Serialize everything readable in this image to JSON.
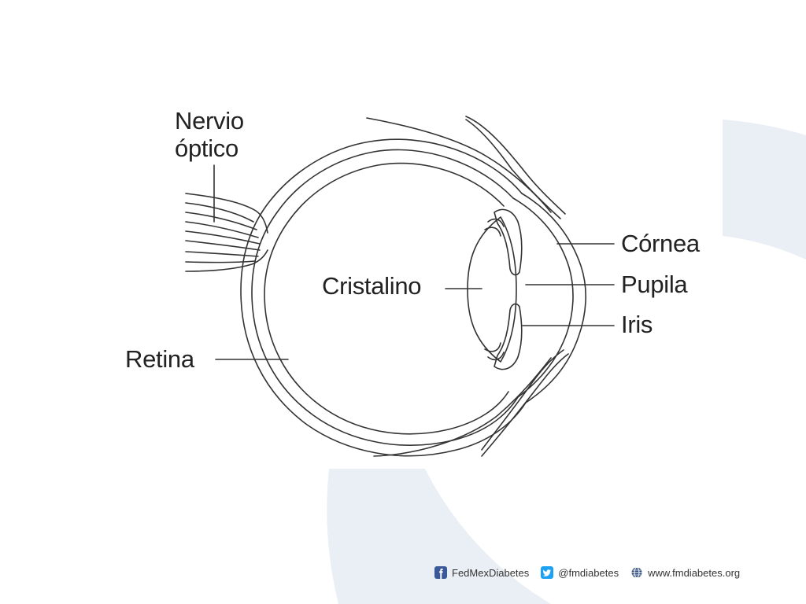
{
  "labels": {
    "nervio_line1": "Nervio",
    "nervio_line2": "óptico",
    "cristalino": "Cristalino",
    "retina": "Retina",
    "cornea": "Córnea",
    "pupila": "Pupila",
    "iris": "Iris"
  },
  "footer": {
    "facebook": "FedMexDiabetes",
    "twitter": "@fmdiabetes",
    "website": "www.fmdiabetes.org"
  },
  "icons": {
    "facebook": "facebook-icon",
    "twitter": "twitter-icon",
    "website": "globe-icon"
  },
  "colors": {
    "background_arc": "#e9eff5",
    "line": "#333333",
    "text": "#222222",
    "facebook": "#3b5998",
    "twitter": "#1da1f2",
    "globe": "#2b4a7a"
  }
}
